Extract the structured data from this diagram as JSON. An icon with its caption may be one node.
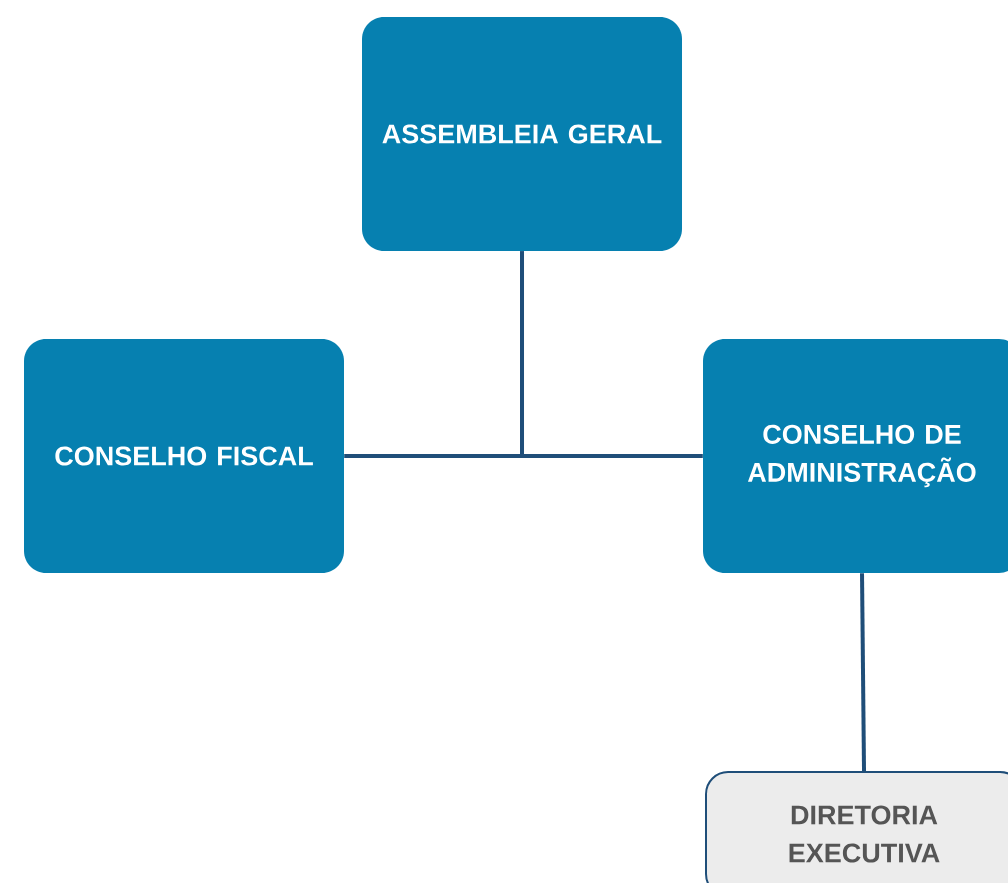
{
  "diagram": {
    "nodes": [
      {
        "text": [
          "ASSEMBLEIA GERAL"
        ]
      },
      {
        "text": [
          "CONSELHO FISCAL"
        ]
      },
      {
        "text": [
          "CONSELHO DE ADMINISTRAÇÃO"
        ]
      },
      {
        "text": [
          "DIRETORIA EXECUTIVA"
        ]
      }
    ],
    "edges": [
      {
        "from": 0,
        "to": 1,
        "arrow": "none"
      },
      {
        "from": 0,
        "to": 2,
        "arrow": "none"
      },
      {
        "from": 2,
        "to": 3,
        "arrow": "none"
      }
    ]
  }
}
